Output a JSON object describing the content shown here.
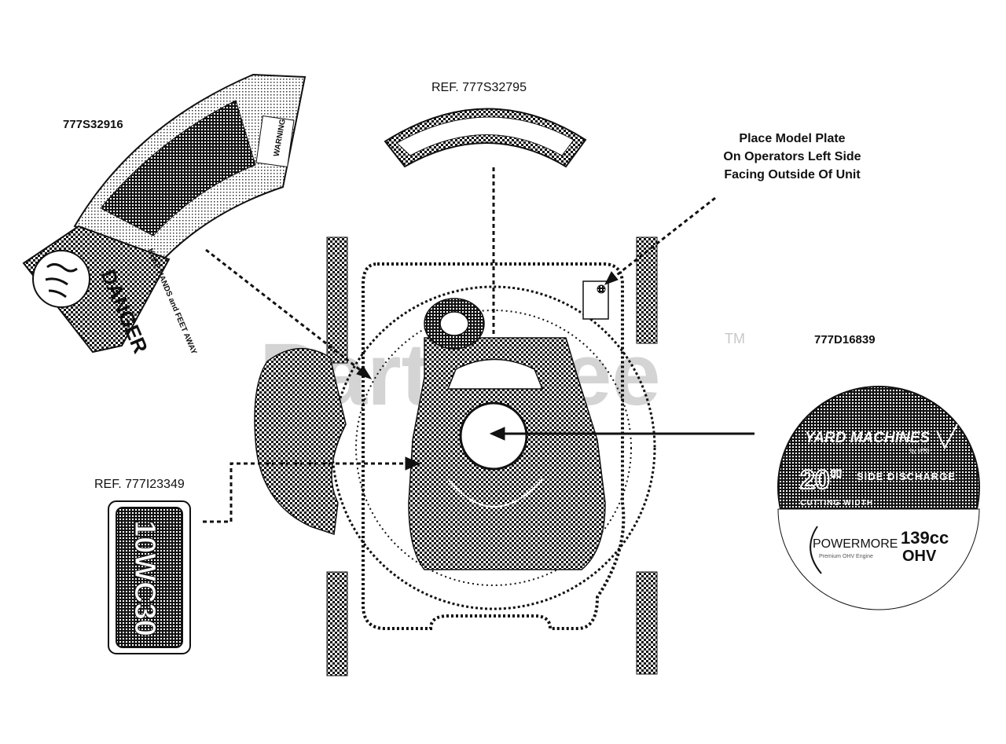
{
  "labels": {
    "part_777s32916": "777S32916",
    "ref_777s32795": "REF. 777S32795",
    "model_plate_line1": "Place Model Plate",
    "model_plate_line2": "On Operators Left Side",
    "model_plate_line3": "Facing Outside Of Unit",
    "part_777d16839": "777D16839",
    "ref_777i23349": "REF. 777I23349"
  },
  "watermark": {
    "text": "PartsTree",
    "tm": "TM"
  },
  "decals": {
    "danger_title": "DANGER",
    "danger_sub": "KEEP HANDS and FEET AWAY",
    "warning_title": "WARNING",
    "cutting_height_text": "10WC30",
    "brand": "YARD MACHINES",
    "brand_suffix": "by MTD",
    "width_number": "20\"",
    "side_discharge": "SIDE DISCHARGE",
    "cutting_width": "CUTTING WIDTH",
    "engine_brand": "POWERMORE",
    "engine_tag": "Premium OHV Engine",
    "displacement": "139cc",
    "valve_type": "OHV"
  },
  "colors": {
    "ink": "#111111",
    "paper": "#ffffff",
    "watermark": "#d4d4d4"
  }
}
